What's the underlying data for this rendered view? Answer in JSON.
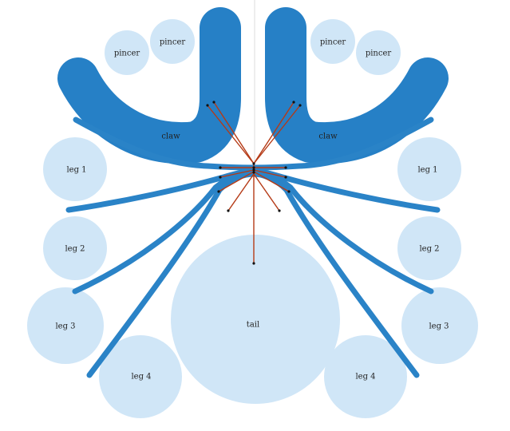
{
  "title": "",
  "colors": {
    "bubble": "#d0e6f7",
    "limb": "#2a83c7",
    "claw": "#2680c6",
    "connector": "#b53a16",
    "center_axis": "#dddddd",
    "dot": "#111111",
    "background": "#ffffff"
  },
  "labels": {
    "pincer": "pincer",
    "claw": "claw",
    "leg1": "leg 1",
    "leg2": "leg 2",
    "leg3": "leg 3",
    "leg4": "leg 4",
    "tail": "tail"
  }
}
